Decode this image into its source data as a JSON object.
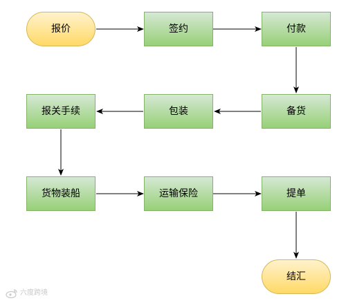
{
  "flowchart": {
    "nodes": [
      {
        "id": "quote",
        "label": "报价",
        "shape": "terminator"
      },
      {
        "id": "sign",
        "label": "签约",
        "shape": "process"
      },
      {
        "id": "pay",
        "label": "付款",
        "shape": "process"
      },
      {
        "id": "stock",
        "label": "备货",
        "shape": "process"
      },
      {
        "id": "pack",
        "label": "包装",
        "shape": "process"
      },
      {
        "id": "customs",
        "label": "报关手续",
        "shape": "process"
      },
      {
        "id": "load",
        "label": "货物装船",
        "shape": "process"
      },
      {
        "id": "insure",
        "label": "运输保险",
        "shape": "process"
      },
      {
        "id": "bill",
        "label": "提单",
        "shape": "process"
      },
      {
        "id": "settle",
        "label": "结汇",
        "shape": "terminator"
      }
    ],
    "edges": [
      {
        "from": "quote",
        "to": "sign"
      },
      {
        "from": "sign",
        "to": "pay"
      },
      {
        "from": "pay",
        "to": "stock"
      },
      {
        "from": "stock",
        "to": "pack"
      },
      {
        "from": "pack",
        "to": "customs"
      },
      {
        "from": "customs",
        "to": "load"
      },
      {
        "from": "load",
        "to": "insure"
      },
      {
        "from": "insure",
        "to": "bill"
      },
      {
        "from": "bill",
        "to": "settle"
      }
    ]
  },
  "colors": {
    "process_fill_top": "#d5e8d4",
    "process_fill_bottom": "#97d077",
    "process_border": "#82b366",
    "terminator_fill_top": "#fff2cc",
    "terminator_fill_bottom": "#ffd966",
    "terminator_border": "#d6b656",
    "edge": "#000000"
  },
  "watermark": {
    "icon": "weibo-logo-icon",
    "text": "六度跨境"
  }
}
